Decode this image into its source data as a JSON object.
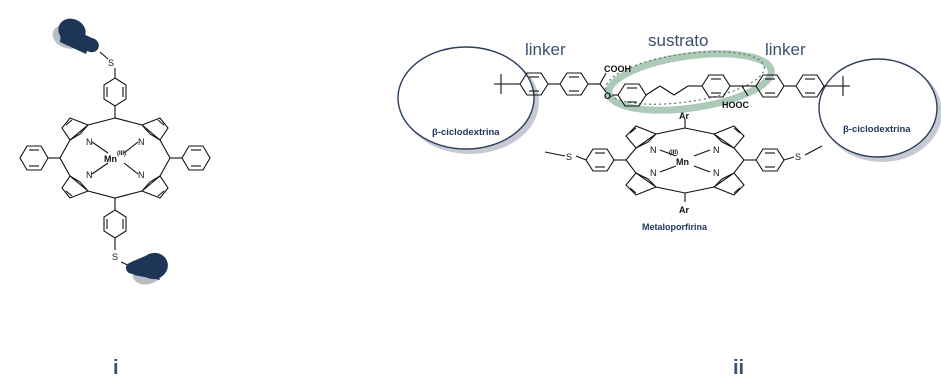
{
  "panels": {
    "left": {
      "label": "i",
      "metal": "Mn",
      "oxidation": "(III)",
      "atoms": {
        "sulfur": "S",
        "nitrogen": "N"
      }
    },
    "right": {
      "label": "ii",
      "metal": "Mn",
      "oxidation": "(III)",
      "linker_left": "linker",
      "linker_right": "linker",
      "substrate": "sustrato",
      "cyclodextrin_left": "β-ciclodextrina",
      "cyclodextrin_right": "β-ciclodextrina",
      "caption": "Metaloporfirina",
      "acid_top": "COOH",
      "acid_bottom": "HOOC",
      "ether_oxygen": "O",
      "aryl_top": "Ar",
      "aryl_bottom": "Ar",
      "atoms": {
        "sulfur": "S",
        "nitrogen": "N"
      }
    }
  },
  "colors": {
    "cyclodextrin_fill": "#1f3557",
    "cyclodextrin_shadow": "#b8bdc6",
    "substrate_highlight": "#9fbfab",
    "annotation_text": "#3a4f6e"
  }
}
